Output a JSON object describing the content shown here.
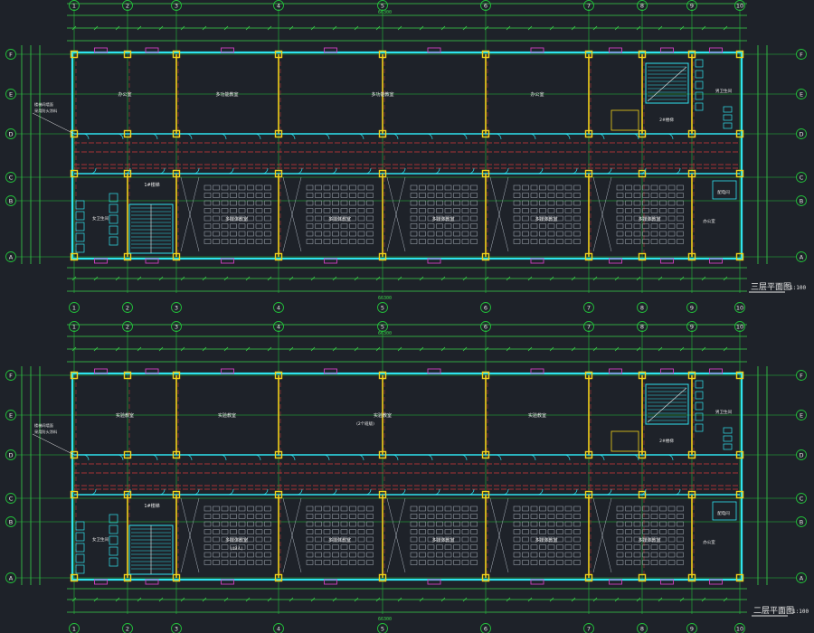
{
  "colors": {
    "background": "#1e2229",
    "axis_green": "#22c03a",
    "dimension_green": "#39d54a",
    "wall_cyan": "#2fe3f0",
    "column_yellow": "#f2d21a",
    "axis_red": "#d23a3a",
    "label_white": "#e8e8e8",
    "door_magenta": "#d040c0",
    "furniture_grey": "#aab2bc"
  },
  "grid_columns": [
    "1",
    "2",
    "3",
    "4",
    "5",
    "6",
    "7",
    "8",
    "9",
    "10"
  ],
  "grid_rows": [
    "F",
    "E",
    "D",
    "C",
    "B",
    "A"
  ],
  "overall_dimension": "66300",
  "plans": [
    {
      "id": "upper",
      "title": "三层平面图",
      "scale": "1:100",
      "north_rooms": [
        "办公室",
        "多功能教室",
        "多功能教室",
        "办公室"
      ],
      "south_rooms": [
        "多媒体教室",
        "多媒体教室",
        "多媒体教室",
        "多媒体教室",
        "多媒体教室"
      ],
      "stair_label": "1#楼梯",
      "toilet_label": "女卫生间",
      "side_notes": [
        "楼梯间墙面",
        "采用防火涂料"
      ],
      "east_labels": [
        "2#楼梯",
        "男卫生间",
        "配电间",
        "办公室"
      ]
    },
    {
      "id": "lower",
      "title": "二层平面图",
      "scale": "1:100",
      "north_rooms": [
        "实验教室",
        "实验教室",
        "实验教室",
        "实验教室"
      ],
      "north_center_note": "(2个班级)",
      "south_rooms": [
        "多媒体教室",
        "多媒体教室",
        "多媒体教室",
        "多媒体教室",
        "多媒体教室"
      ],
      "south_first_note": "(48人)",
      "stair_label": "1#楼梯",
      "toilet_label": "女卫生间",
      "side_notes": [
        "楼梯间墙面",
        "采用防火涂料"
      ],
      "east_labels": [
        "2#楼梯",
        "男卫生间",
        "配电间",
        "办公室"
      ]
    }
  ]
}
